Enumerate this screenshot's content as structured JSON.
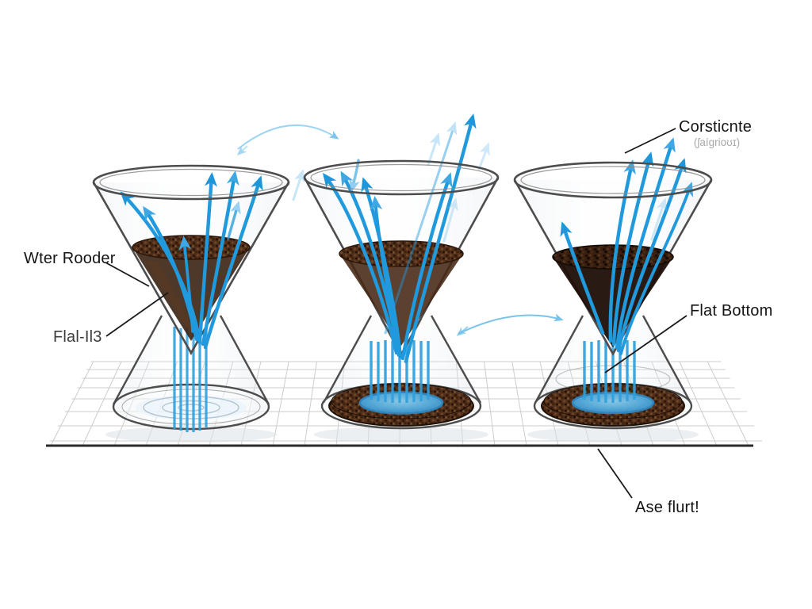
{
  "figure": {
    "title_none_visible": "",
    "description": "Illustration of three glass hourglass pour-over brewers on a perspective grid floor, with blue water-flow arrows",
    "background": "#ffffff"
  },
  "labels": {
    "constricted": {
      "text": "Corsticnte",
      "pron": "(ʃaígrioʊɪ)"
    },
    "water_rooder": {
      "text": "Wter Rooder"
    },
    "flat_ilg": {
      "text": "Flal-Il3"
    },
    "flat_bottom": {
      "text": "Flat Bottom"
    },
    "ase_flurt": {
      "text": "Ase flurt!"
    }
  },
  "colors": {
    "arrow_blue": "#2199DD",
    "arrow_blue_light": "#7ac2ec",
    "glass_outline": "#4d4d4d",
    "coffee_dry": "#53301b",
    "coffee_wet": "#1d0f07",
    "pool_blue": "#58b0e2",
    "grid_line": "#cdcdcd",
    "floor_edge": "#2b2b2b",
    "label_text": "#141414",
    "pron_text": "#a9a9a9"
  },
  "stages": [
    {
      "id": "funnel-1",
      "state": "water pouring through, carafe empty"
    },
    {
      "id": "funnel-2",
      "state": "water draining, grounds and pool in carafe"
    },
    {
      "id": "funnel-3",
      "state": "wet bed, flat-bottom pool in carafe"
    }
  ]
}
